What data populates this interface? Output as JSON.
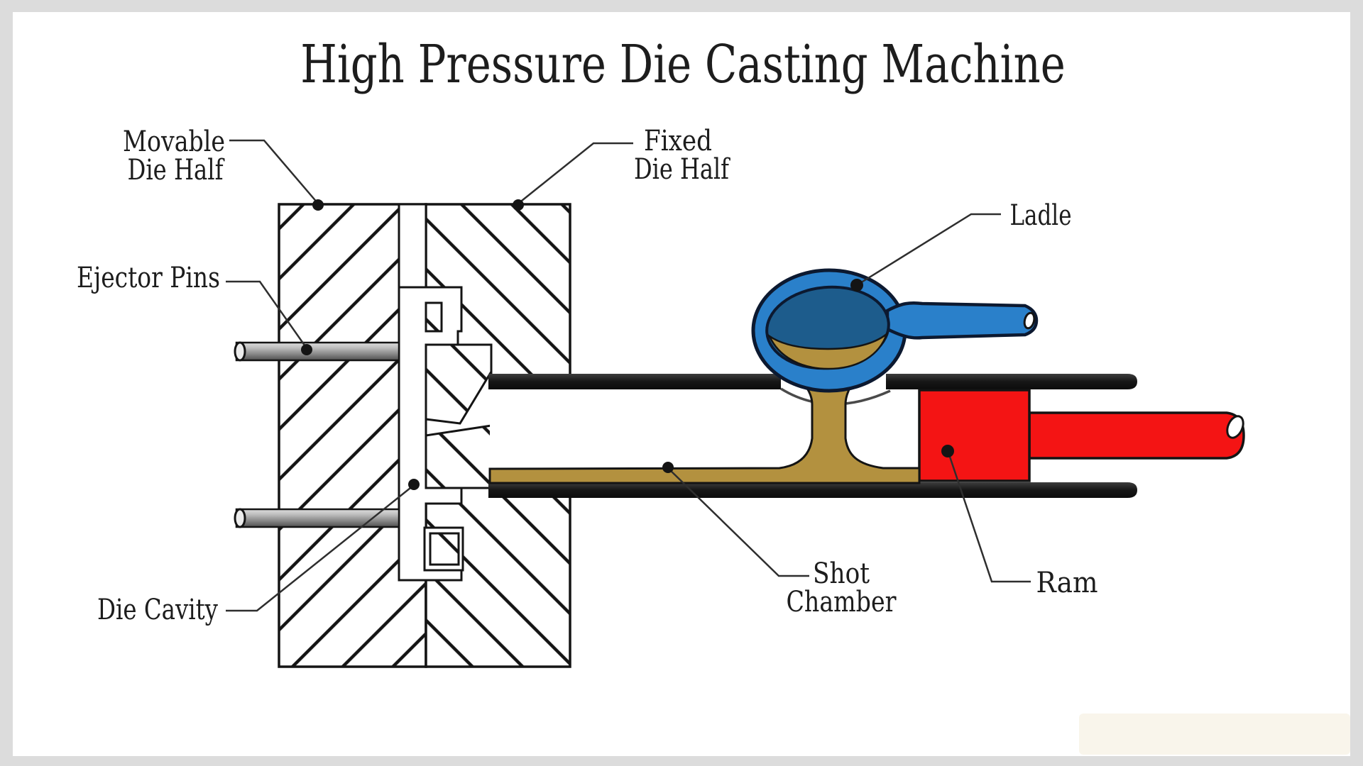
{
  "title": "High Pressure Die Casting Machine",
  "labels": {
    "movable_die_half": {
      "line1": "Movable",
      "line2": "Die Half"
    },
    "fixed_die_half": {
      "line1": "Fixed",
      "line2": "Die Half"
    },
    "ejector_pins": {
      "text": "Ejector Pins"
    },
    "die_cavity": {
      "text": "Die Cavity"
    },
    "ladle": {
      "text": "Ladle"
    },
    "shot_chamber": {
      "line1": "Shot",
      "line2": "Chamber"
    },
    "ram": {
      "text": "Ram"
    }
  },
  "colors": {
    "ink": "#141414",
    "label_text": "#1d1d1d",
    "leader": "#2e2e2e",
    "frame_gray": "#dcdcdc",
    "canvas_white": "#ffffff",
    "molten_gold": "#b3913f",
    "ladle_blue": "#2a80ca",
    "ladle_inner_blue": "#1d5c8c",
    "ladle_outline": "#0c1930",
    "ram_red": "#f41414",
    "rail_black": "#1a1a1a",
    "pin_gray": "#9a9a9a",
    "watermark_tint": "#f5eedd"
  }
}
